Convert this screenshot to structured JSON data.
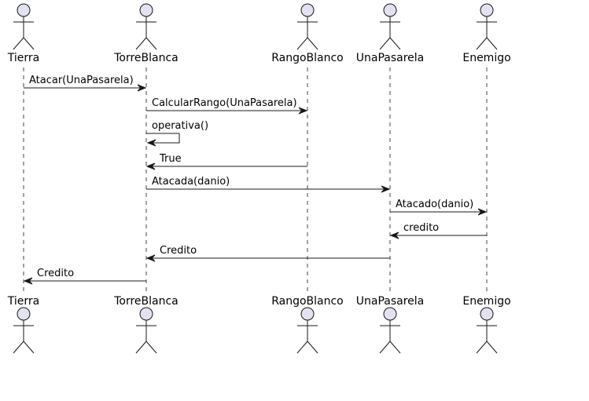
{
  "diagram": {
    "type": "sequence",
    "colors": {
      "actor_fill": "#e2e2f0",
      "actor_stroke": "#181818",
      "lifeline": "#181818",
      "arrow": "#181818",
      "text": "#000000"
    },
    "participants": [
      {
        "id": "tierra",
        "name": "Tierra"
      },
      {
        "id": "torre",
        "name": "TorreBlanca"
      },
      {
        "id": "rango",
        "name": "RangoBlanco"
      },
      {
        "id": "pasarela",
        "name": "UnaPasarela"
      },
      {
        "id": "enemigo",
        "name": "Enemigo"
      }
    ],
    "messages": [
      {
        "from": "tierra",
        "to": "torre",
        "label": "Atacar(UnaPasarela)"
      },
      {
        "from": "torre",
        "to": "rango",
        "label": "CalcularRango(UnaPasarela)"
      },
      {
        "from": "torre",
        "to": "torre",
        "label": "operativa()"
      },
      {
        "from": "rango",
        "to": "torre",
        "label": "True"
      },
      {
        "from": "torre",
        "to": "pasarela",
        "label": "Atacada(danio)"
      },
      {
        "from": "pasarela",
        "to": "enemigo",
        "label": "Atacado(danio)"
      },
      {
        "from": "enemigo",
        "to": "pasarela",
        "label": "credito"
      },
      {
        "from": "pasarela",
        "to": "torre",
        "label": "Credito"
      },
      {
        "from": "torre",
        "to": "tierra",
        "label": "Credito"
      }
    ]
  }
}
